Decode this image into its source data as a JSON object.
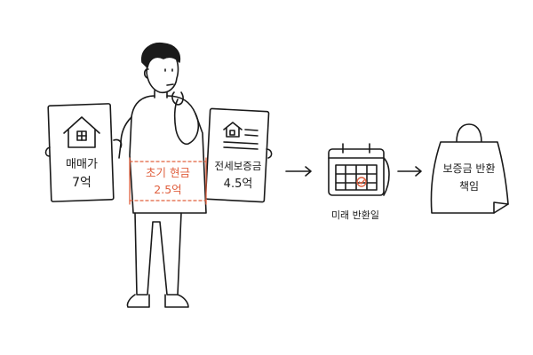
{
  "left_sign": {
    "line1": "매매가",
    "line2": "7억"
  },
  "cash_box": {
    "line1": "초기 현금",
    "line2": "2.5억"
  },
  "right_sign": {
    "line1": "전세보증금",
    "line2": "4.5억"
  },
  "calendar": {
    "caption": "미래 반환일"
  },
  "bag": {
    "line1": "보증금 반환",
    "line2": "책임"
  },
  "colors": {
    "stroke": "#1a1a1a",
    "accent": "#e0603f"
  }
}
